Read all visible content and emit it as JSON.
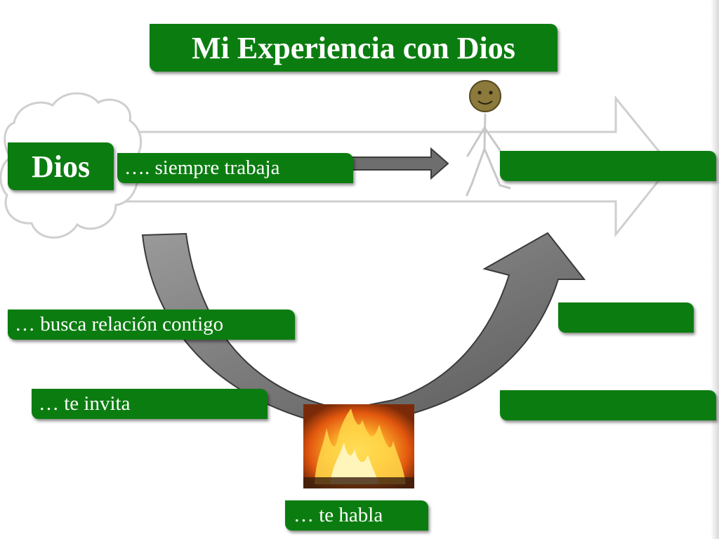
{
  "title": "Mi Experiencia con Dios",
  "start_label": "Dios",
  "statements": {
    "works": "…. siempre trabaja",
    "relationship": "… busca relación contigo",
    "invites": "… te invita",
    "speaks": "… te habla"
  },
  "answer_boxes": [
    "",
    "",
    ""
  ],
  "colors": {
    "box_green": "#0b7d10",
    "arrow_gray": "#7a7a7a",
    "outline_gray": "#c4c4c4",
    "fire_orange": "#f08a1e"
  },
  "icons": [
    "cloud-icon",
    "stick-figure-icon",
    "fire-icon",
    "arrow-icon"
  ]
}
